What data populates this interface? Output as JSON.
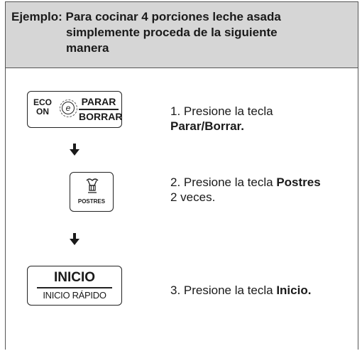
{
  "header": {
    "line1": "Ejemplo: Para cocinar 4 porciones leche asada",
    "line2": "simplemente proceda de la siguiente",
    "line3": "manera"
  },
  "keys": {
    "parar": {
      "eco_line1": "ECO",
      "eco_line2": "ON",
      "eco_symbol": "e",
      "top_label": "PARAR",
      "bottom_label": "BORRAR"
    },
    "postres": {
      "label": "POSTRES",
      "icon": "dessert-icon"
    },
    "inicio": {
      "top_label": "INICIO",
      "bottom_label": "INICIO RÁPIDO"
    }
  },
  "steps": [
    {
      "line1_pre": "1. Presione la tecla",
      "line1_bold": "",
      "line2_bold": "Parar/Borrar.",
      "line2_text": ""
    },
    {
      "line1_pre": "2. Presione la tecla ",
      "line1_bold": "Postres",
      "line2_bold": "",
      "line2_text": "2 veces."
    },
    {
      "line1_pre": "3. Presione la tecla ",
      "line1_bold": "Inicio.",
      "line2_bold": "",
      "line2_text": ""
    }
  ],
  "arrows": [
    "down-arrow-icon",
    "down-arrow-icon"
  ]
}
